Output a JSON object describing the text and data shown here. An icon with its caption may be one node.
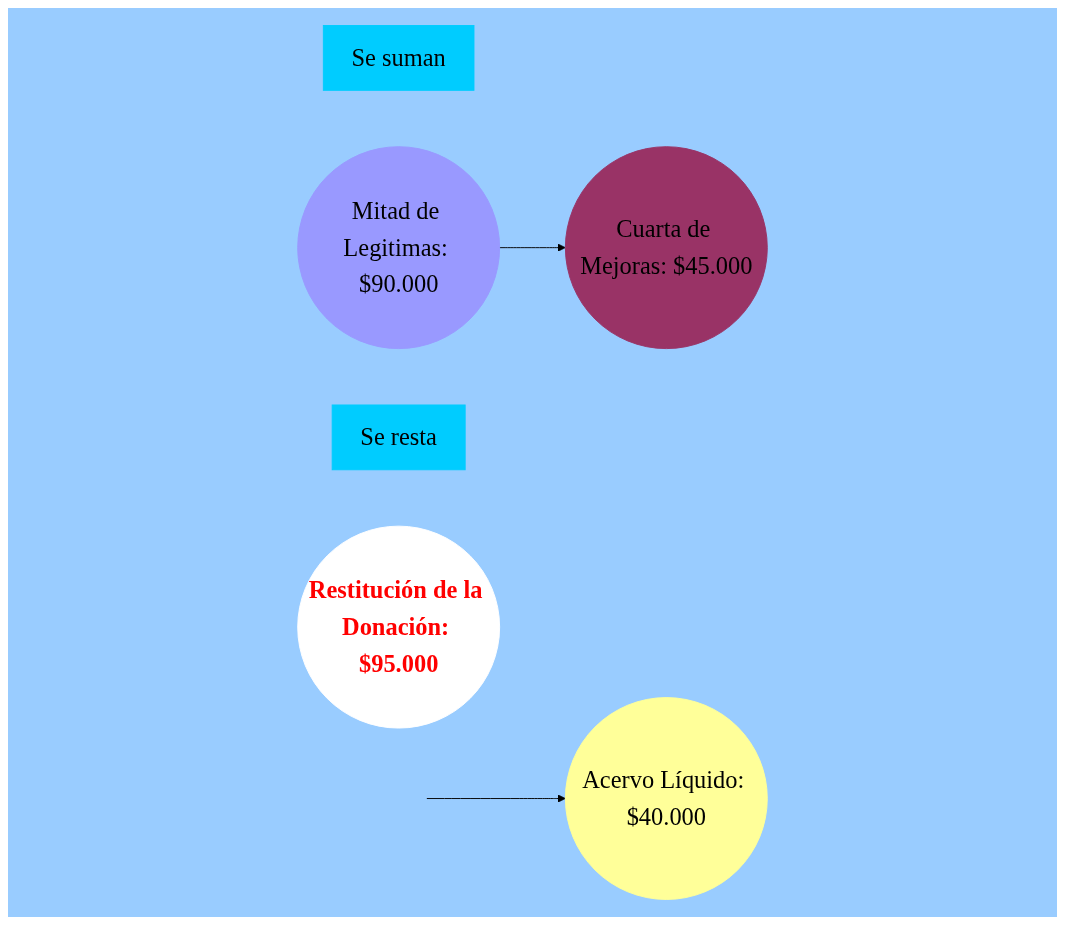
{
  "diagram": {
    "nodes": [
      {
        "text": [
          "Se suman"
        ]
      },
      {
        "text": [
          "Mitad de Legitimas: $90.000"
        ]
      },
      {
        "text": [
          "Cuarta de Mejoras: $45.000"
        ]
      },
      {
        "text": [
          "Acervo Líquido: $40.000"
        ]
      },
      {
        "text": [
          "Se resta"
        ]
      },
      {
        "text": [
          "Restitución de la Donación: $95.000"
        ]
      }
    ],
    "edges": [
      {
        "from": 1,
        "to": 2,
        "arrow": "to"
      },
      {
        "from": null,
        "to": 3,
        "arrow": "to"
      }
    ]
  }
}
